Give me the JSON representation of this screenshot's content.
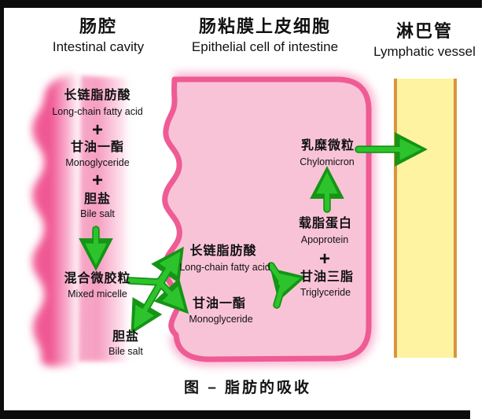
{
  "figure": {
    "caption": "图 –  脂肪的吸收"
  },
  "columns": [
    {
      "zh": "肠腔",
      "en": "Intestinal cavity"
    },
    {
      "zh": "肠粘膜上皮细胞",
      "en": "Epithelial cell of intestine"
    },
    {
      "zh": "淋巴管",
      "en": "Lymphatic vessel"
    }
  ],
  "cavity": {
    "long_chain_fatty_acid": {
      "zh": "长链脂肪酸",
      "en": "Long-chain fatty acid"
    },
    "plus1": "+",
    "monoglyceride": {
      "zh": "甘油一酯",
      "en": "Monoglyceride"
    },
    "plus2": "+",
    "bile_salt": {
      "zh": "胆盐",
      "en": "Bile salt"
    },
    "mixed_micelle": {
      "zh": "混合微胶粒",
      "en": "Mixed micelle"
    },
    "bile_salt_released": {
      "zh": "胆盐",
      "en": "Bile salt"
    }
  },
  "cell": {
    "long_chain_fatty_acid": {
      "zh": "长链脂肪酸",
      "en": "Long-chain fatty acid"
    },
    "monoglyceride": {
      "zh": "甘油一酯",
      "en": "Monoglyceride"
    },
    "triglyceride": {
      "zh": "甘油三脂",
      "en": "Triglyceride"
    },
    "plus": "+",
    "apoprotein": {
      "zh": "载脂蛋白",
      "en": "Apoprotein"
    },
    "chylomicron": {
      "zh": "乳糜微粒",
      "en": "Chylomicron"
    }
  },
  "colors": {
    "cell_fill": "#f9c3d7",
    "cell_border": "#ee5b95",
    "intestinal_wall": "#f15d95",
    "lymph_fill": "#fdf3a1",
    "lymph_border": "#d9953e",
    "arrow_green": "#2dc32d",
    "arrow_green_dark": "#159415",
    "text": "#111111",
    "frame": "#0c0c0c"
  }
}
